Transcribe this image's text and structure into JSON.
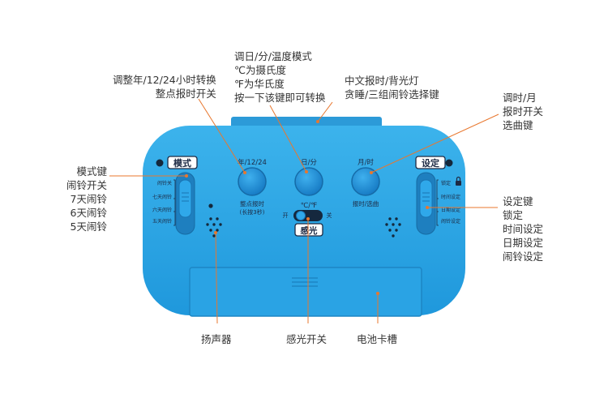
{
  "device": {
    "colors": {
      "body": "#2aa7e6",
      "body_dark": "#1b86c6",
      "button": "#2196e0",
      "ink": "#1d2a44",
      "leader": "#e8772e"
    },
    "left_panel": {
      "title": "模式",
      "labels": [
        "闹铃关",
        "七天闹铃",
        "六天闹铃",
        "五天闹铃"
      ]
    },
    "right_panel": {
      "title": "设定",
      "labels": [
        "锁定",
        "时间设定",
        "日期设定",
        "闹铃设定"
      ]
    },
    "buttons": [
      {
        "label": "年/12/24",
        "sub_label": "整点报时",
        "sub_label_2": "(长按3秒)"
      },
      {
        "label": "日/分",
        "sub_label": ""
      },
      {
        "label": "月/时",
        "sub_label": "报时/选曲"
      }
    ],
    "sensor_switch": {
      "unit_label": "℃/℉",
      "on_label": "开",
      "off_label": "关",
      "title": "感光"
    }
  },
  "callouts": {
    "hour_format": [
      "调整年/12/24小时转换",
      "整点报时开关"
    ],
    "day_minute_temp": [
      "调日/分/温度模式",
      "℃为摄氏度",
      "℉为华氏度",
      "按一下该键即可转换"
    ],
    "chinese_report": [
      "中文报时/背光灯",
      "贪睡/三组闹铃选择键"
    ],
    "hour_month": [
      "调时/月",
      "报时开关",
      "选曲键"
    ],
    "mode_key": [
      "模式键",
      "闹铃开关",
      "7天闹铃",
      "6天闹铃",
      "5天闹铃"
    ],
    "set_key": [
      "设定键",
      "锁定",
      "时间设定",
      "日期设定",
      "闹铃设定"
    ],
    "speaker": [
      "扬声器"
    ],
    "light_switch": [
      "感光开关"
    ],
    "battery": [
      "电池卡槽"
    ]
  }
}
